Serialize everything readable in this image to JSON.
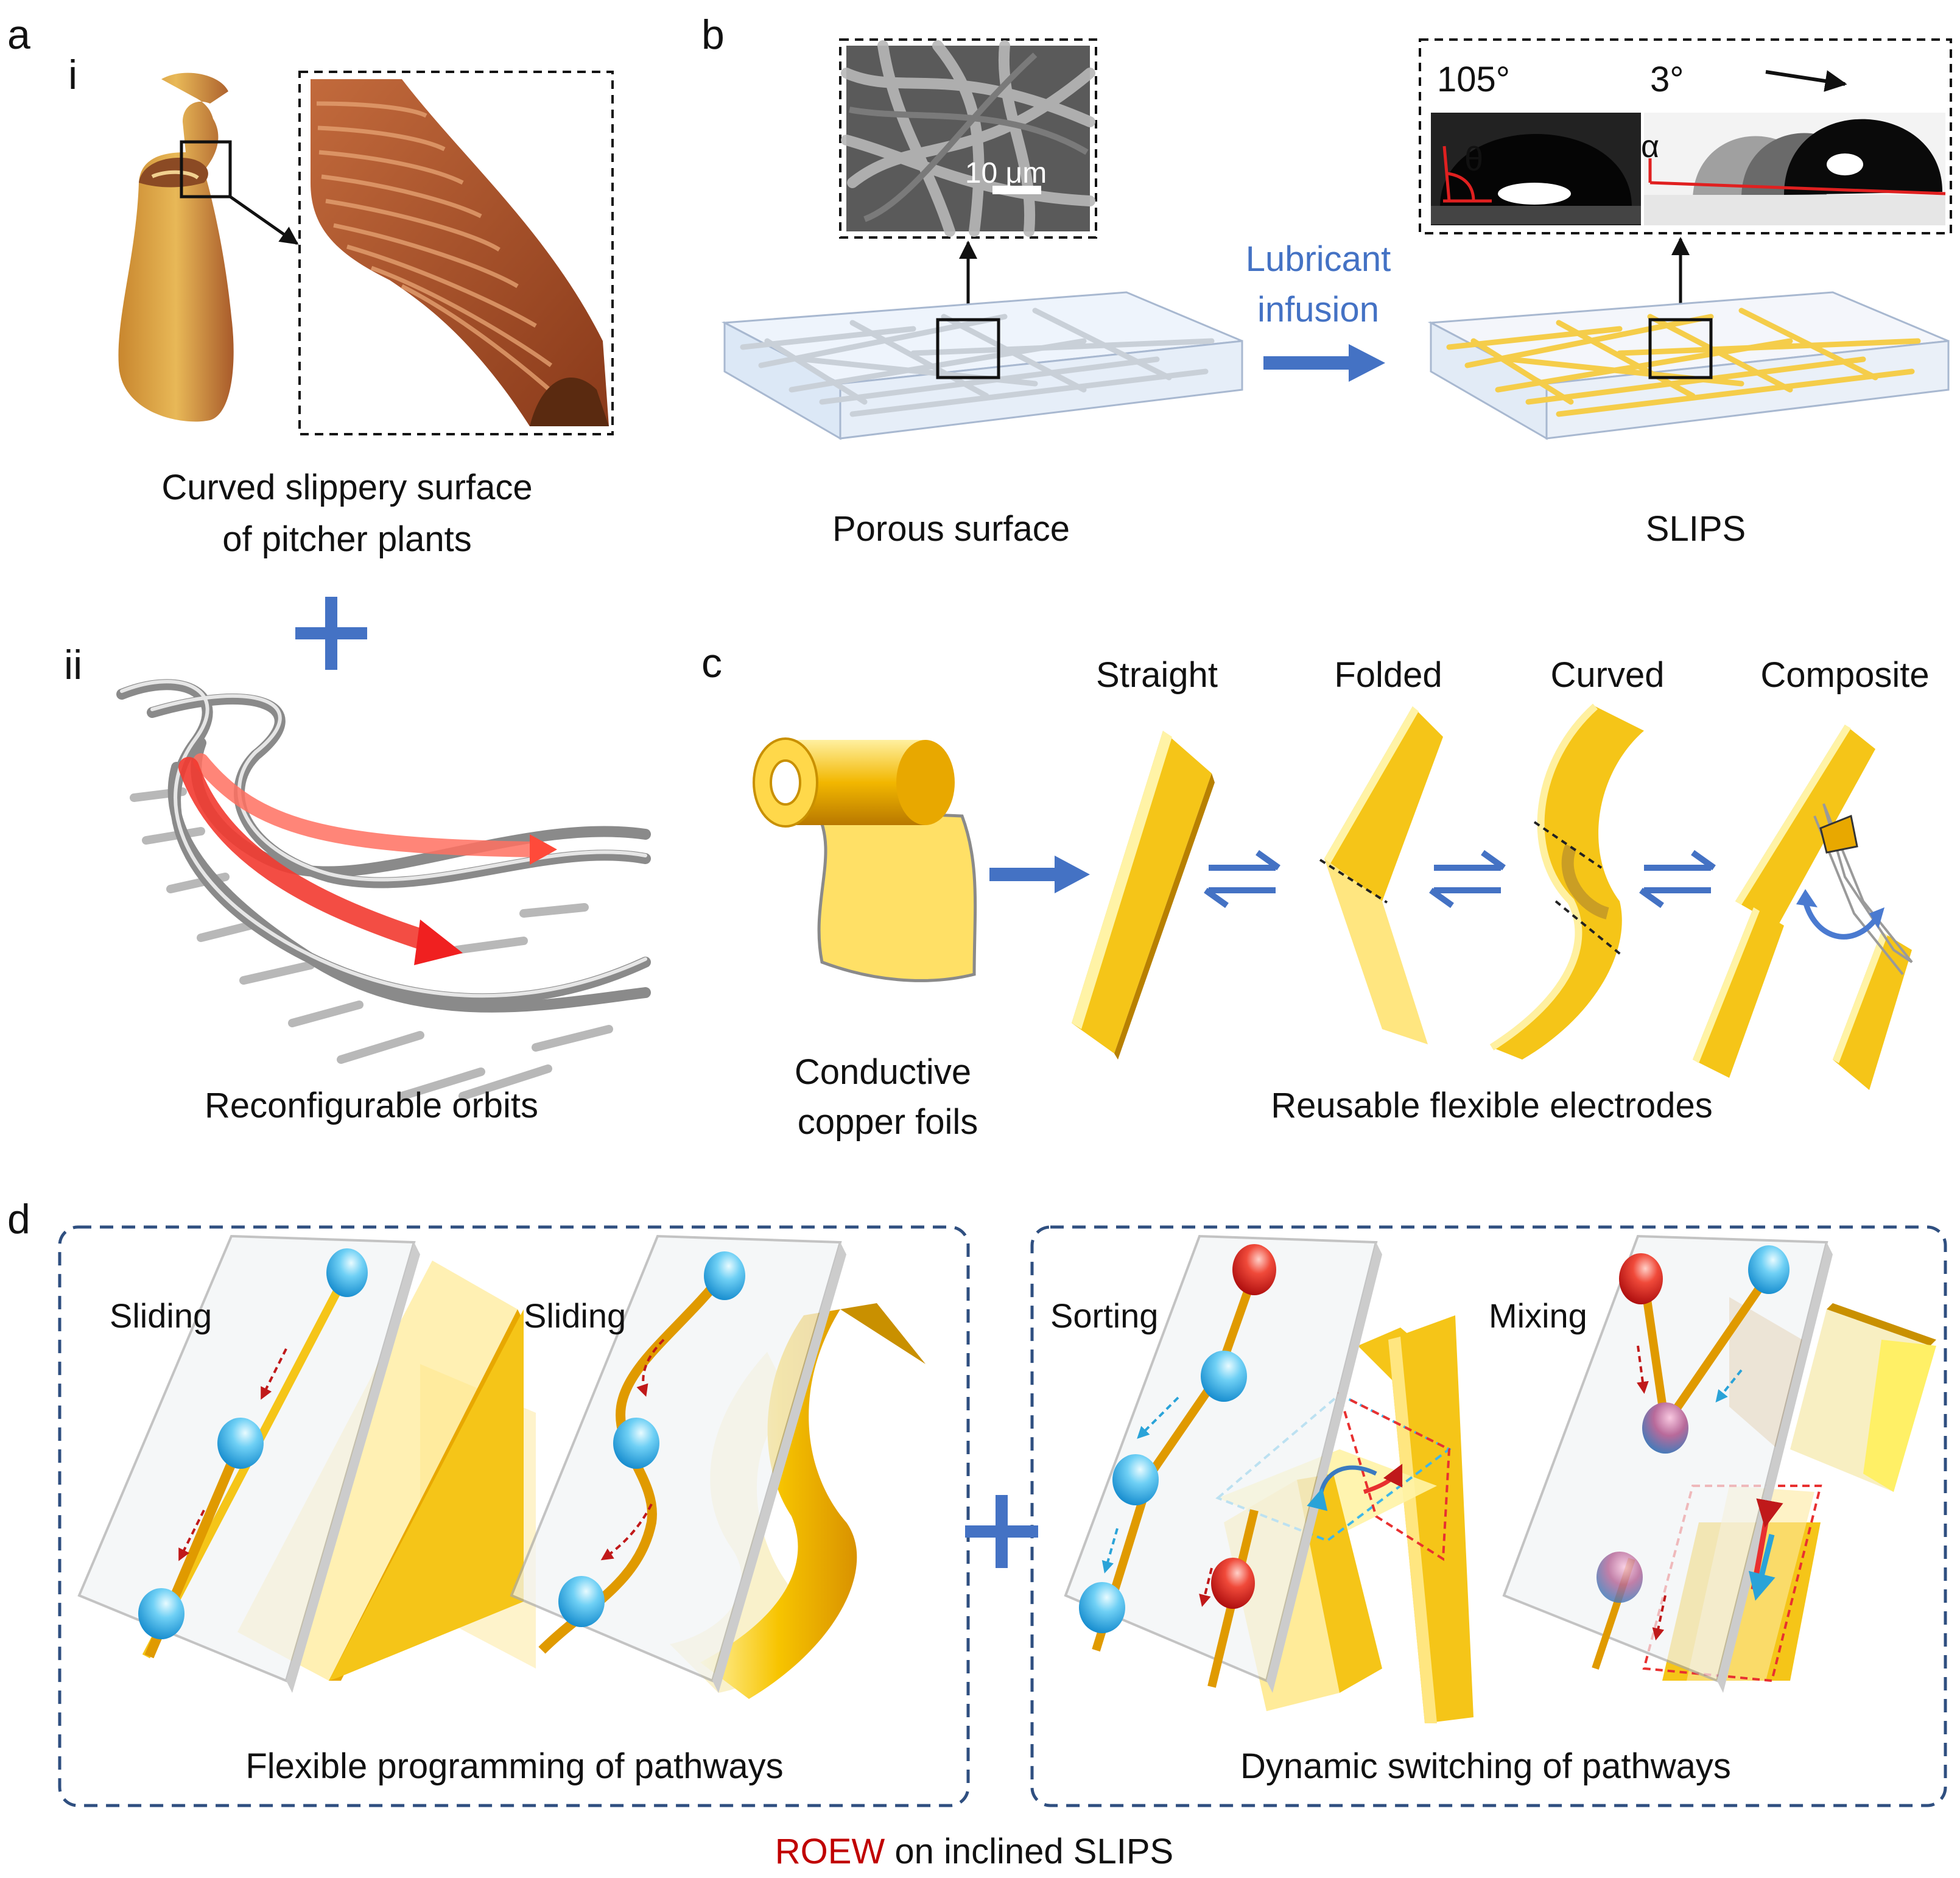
{
  "panels": {
    "a": {
      "letter": "a",
      "sub_i": "i",
      "sub_ii": "ii",
      "caption_i_line1": "Curved slippery surface",
      "caption_i_line2": "of pitcher plants",
      "caption_ii": "Reconfigurable orbits"
    },
    "b": {
      "letter": "b",
      "sem_scale": "10 μm",
      "arrow_label_line1": "Lubricant",
      "arrow_label_line2": "infusion",
      "caption_left": "Porous surface",
      "caption_right": "SLIPS",
      "angle_contact": "105°",
      "angle_sliding": "3°",
      "theta_symbol": "θ",
      "alpha_symbol": "α"
    },
    "c": {
      "letter": "c",
      "shape_labels": [
        "Straight",
        "Folded",
        "Curved",
        "Composite"
      ],
      "caption_left_line1": "Conductive",
      "caption_left_line2": "copper foils",
      "caption_right": "Reusable flexible electrodes"
    },
    "d": {
      "letter": "d",
      "box_left_caption": "Flexible programming of pathways",
      "box_right_caption": "Dynamic switching of pathways",
      "modes": [
        "Sliding",
        "Sliding",
        "Sorting",
        "Mixing"
      ],
      "bottom_caption_highlight": "ROEW",
      "bottom_caption_rest": "on inclined SLIPS"
    }
  },
  "colors": {
    "accent_blue": "#4472c4",
    "gold": "#f5c518",
    "gold_dark": "#d99a00",
    "arrow_red": "#e83030",
    "droplet_blue": "#3bb7ea",
    "droplet_red": "#e8251f",
    "box_dash": "#2f4f80"
  }
}
